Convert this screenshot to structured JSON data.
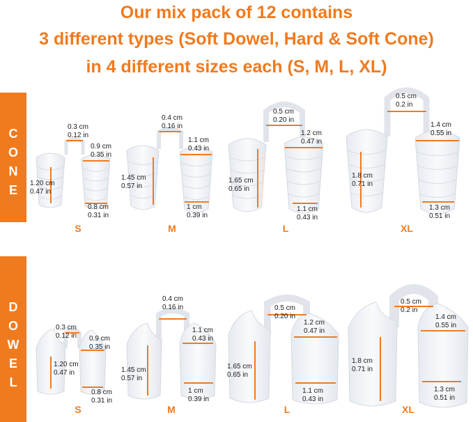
{
  "headline": {
    "line1": "Our mix pack of 12 contains",
    "line2": "3 different types (Soft Dowel, Hard & Soft Cone)",
    "line3": "in 4 different sizes each (S, M, L, XL)"
  },
  "colors": {
    "accent": "#F07A1E",
    "product": "#EEF1F5",
    "product_edge": "#D7DCE3"
  },
  "cone": {
    "label": [
      "C",
      "O",
      "N",
      "E"
    ],
    "items": [
      {
        "size": "S",
        "bridge": [
          "0.3 cm",
          "0.12 in"
        ],
        "top": [
          "0.9 cm",
          "0.35 in"
        ],
        "height": [
          "1.20 cm",
          "0.47 in"
        ],
        "bottom": [
          "0.8 cm",
          "0.31 in"
        ]
      },
      {
        "size": "M",
        "bridge": [
          "0.4 cm",
          "0.16 in"
        ],
        "top": [
          "1.1 cm",
          "0.43 in"
        ],
        "height": [
          "1.45 cm",
          "0.57 in"
        ],
        "bottom": [
          "1 cm",
          "0.39 in"
        ]
      },
      {
        "size": "L",
        "bridge": [
          "0.5 cm",
          "0.20 in"
        ],
        "top": [
          "1.2 cm",
          "0.47 in"
        ],
        "height": [
          "1.65 cm",
          "0.65 in"
        ],
        "bottom": [
          "1.1 cm",
          "0.43 in"
        ]
      },
      {
        "size": "XL",
        "bridge": [
          "0.5 cm",
          "0.2 in"
        ],
        "top": [
          "1.4 cm",
          "0.55 in"
        ],
        "height": [
          "1.8 cm",
          "0.71 in"
        ],
        "bottom": [
          "1.3 cm",
          "0.51 in"
        ]
      }
    ]
  },
  "dowel": {
    "label": [
      "D",
      "O",
      "W",
      "E",
      "L"
    ],
    "items": [
      {
        "size": "S",
        "bridge": [
          "0.3 cm",
          "0.12 in"
        ],
        "top": [
          "0.9 cm",
          "0.35 in"
        ],
        "height": [
          "1.20 cm",
          "0.47 in"
        ],
        "bottom": [
          "0.8 cm",
          "0.31 in"
        ]
      },
      {
        "size": "M",
        "bridge": [
          "0.4 cm",
          "0.16 in"
        ],
        "top": [
          "1.1 cm",
          "0.43 in"
        ],
        "height": [
          "1.45 cm",
          "0.57 in"
        ],
        "bottom": [
          "1 cm",
          "0.39 in"
        ]
      },
      {
        "size": "L",
        "bridge": [
          "0.5 cm",
          "0.20 in"
        ],
        "top": [
          "1.2 cm",
          "0.47 in"
        ],
        "height": [
          "1.65 cm",
          "0.65 in"
        ],
        "bottom": [
          "1.1 cm",
          "0.43 in"
        ]
      },
      {
        "size": "XL",
        "bridge": [
          "0.5 cm",
          "0.2 in"
        ],
        "top": [
          "1.4 cm",
          "0.55 in"
        ],
        "height": [
          "1.8 cm",
          "0.71 in"
        ],
        "bottom": [
          "1.3 cm",
          "0.51 in"
        ]
      }
    ]
  }
}
